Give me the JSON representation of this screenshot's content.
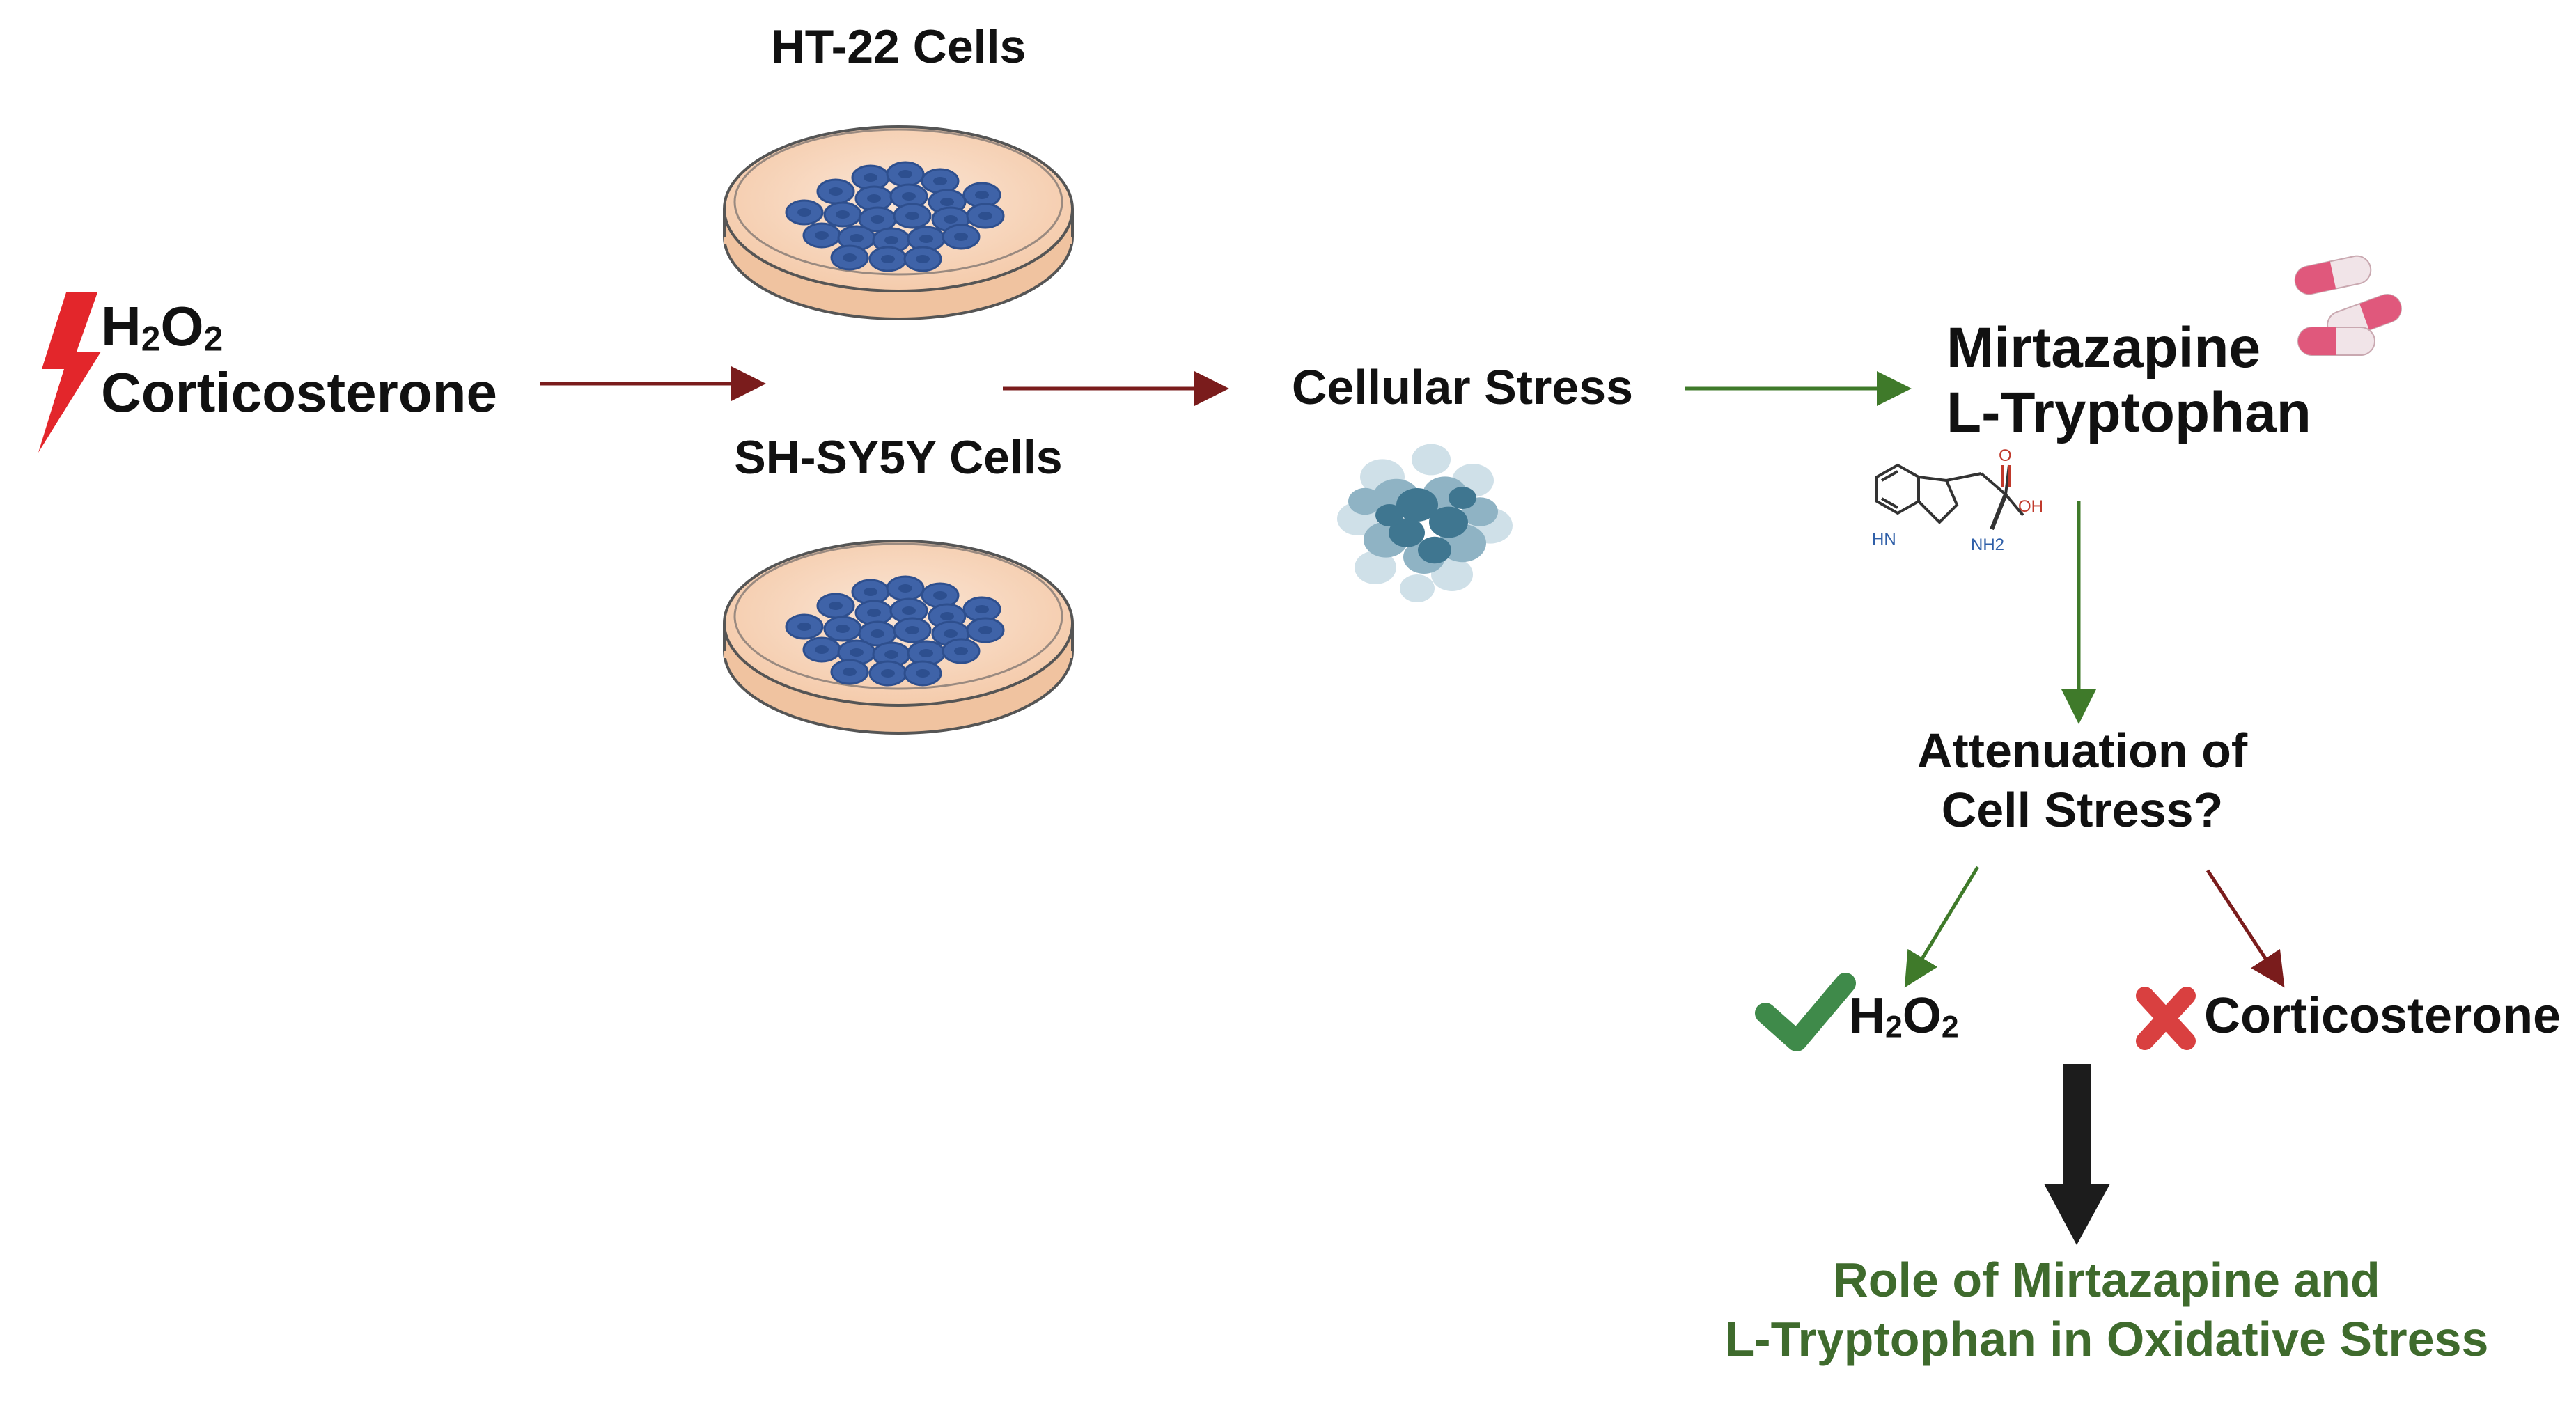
{
  "stressors": {
    "h2o2": {
      "base": "H",
      "sub1": "2",
      "mid": "O",
      "sub2": "2"
    },
    "corticosterone": "Corticosterone"
  },
  "cells": {
    "ht22": "HT-22 Cells",
    "shsy5y": "SH-SY5Y Cells"
  },
  "cellular_stress": "Cellular Stress",
  "drugs": {
    "mirtazapine": "Mirtazapine",
    "ltryptophan": "L-Tryptophan"
  },
  "molecule": {
    "hn": "HN",
    "o": "O",
    "oh": "OH",
    "nh2": "NH2"
  },
  "attenuation": {
    "line1": "Attenuation of",
    "line2": "Cell Stress?"
  },
  "outcomes": {
    "h2o2": {
      "base": "H",
      "sub1": "2",
      "mid": "O",
      "sub2": "2"
    },
    "corticosterone": "Corticosterone"
  },
  "conclusion": {
    "line1": "Role of Mirtazapine and",
    "line2": "L-Tryptophan in Oxidative Stress"
  },
  "colors": {
    "dark_red": "#7a1c1c",
    "green": "#3f7a2a",
    "lightning": "#e3262b",
    "cross": "#d94040",
    "check": "#3f8a4a",
    "conclusion_text": "#3f6b2d",
    "big_arrow": "#1c1c1c"
  }
}
